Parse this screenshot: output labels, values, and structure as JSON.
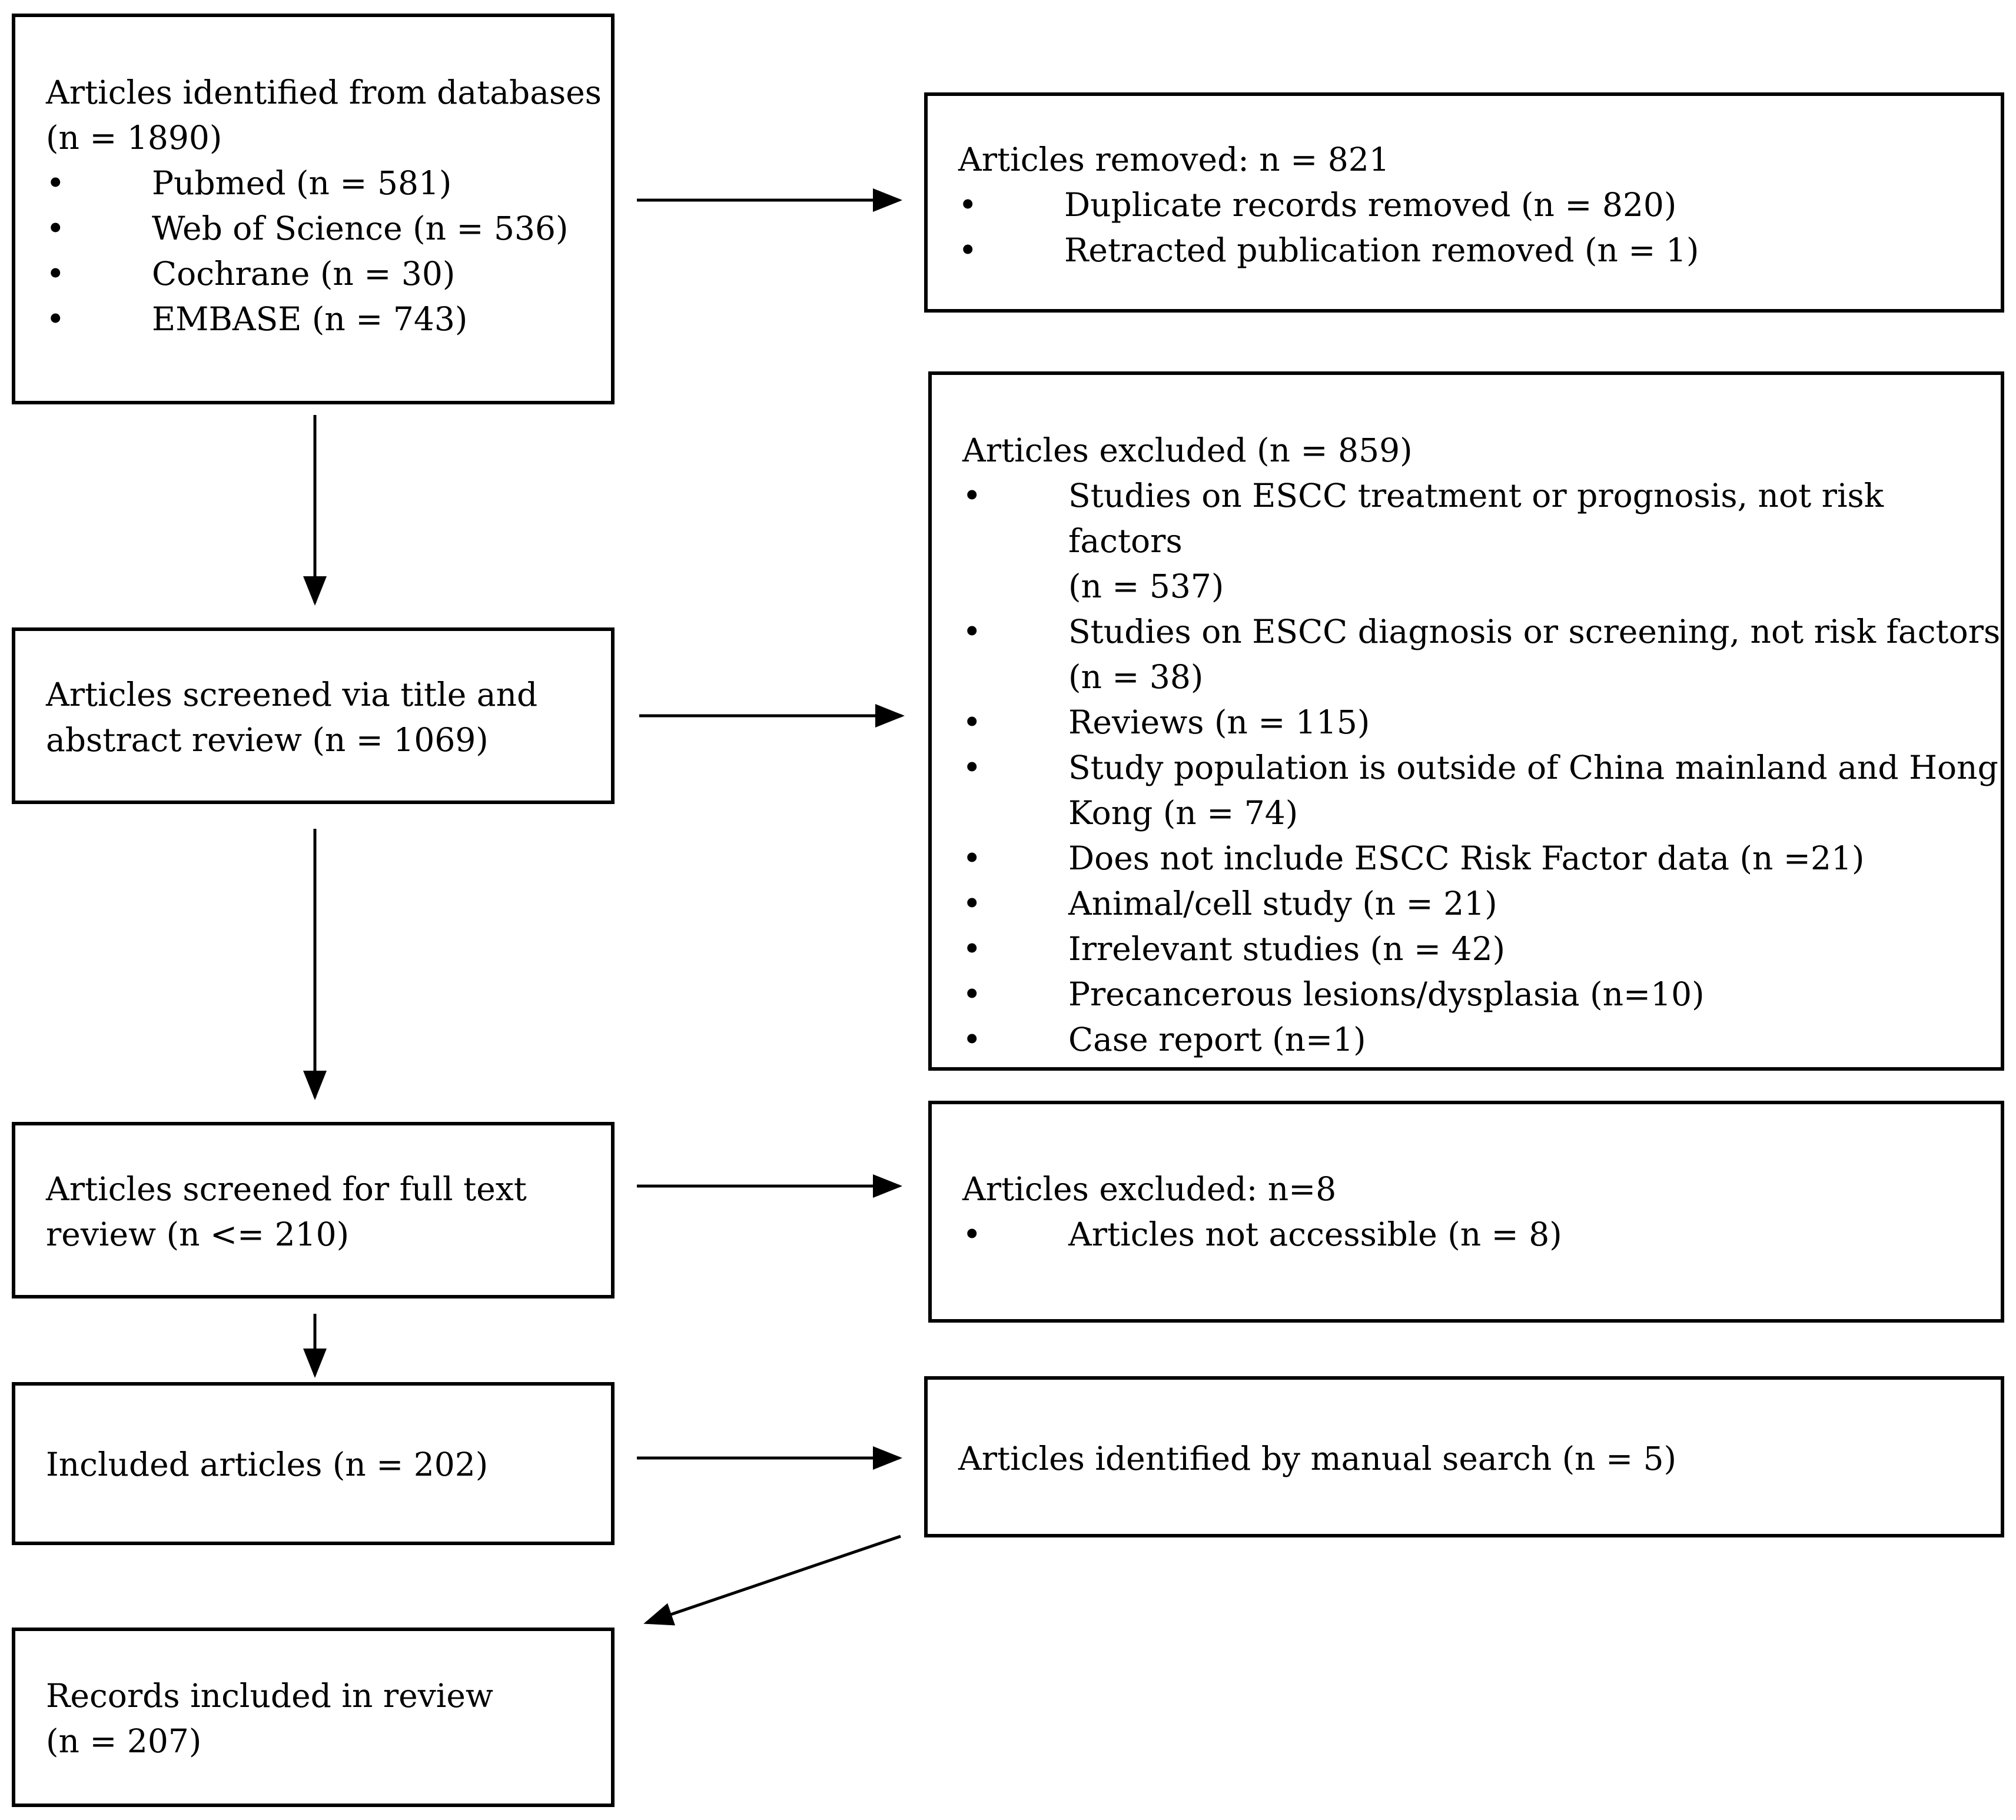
{
  "diagram": {
    "boxes": {
      "identified": {
        "heading": "Articles identified from databases",
        "subheading": "(n = 1890)",
        "items": [
          "Pubmed (n = 581)",
          "Web of Science (n = 536)",
          "Cochrane (n = 30)",
          "EMBASE (n = 743)"
        ]
      },
      "removed": {
        "heading": "Articles removed: n = 821",
        "items": [
          "Duplicate records removed (n = 820)",
          "Retracted publication removed (n = 1)"
        ]
      },
      "screened_title": {
        "lines": [
          "Articles screened via title and",
          "abstract review (n = 1069)"
        ]
      },
      "excluded_title": {
        "heading": "Articles excluded (n = 859)",
        "items": [
          [
            "Studies on ESCC treatment or prognosis, not risk factors",
            "(n = 537)"
          ],
          [
            "Studies on ESCC diagnosis or screening, not risk factors",
            "(n = 38)"
          ],
          [
            "Reviews (n = 115)"
          ],
          [
            "Study population is outside of China mainland and Hong",
            "Kong (n = 74)"
          ],
          [
            "Does not include ESCC Risk Factor data (n =21)"
          ],
          [
            "Animal/cell study (n = 21)"
          ],
          [
            "Irrelevant studies (n = 42)"
          ],
          [
            "Precancerous lesions/dysplasia (n=10)"
          ],
          [
            "Case report (n=1)"
          ]
        ]
      },
      "screened_full": {
        "lines": [
          "Articles screened for full text",
          "review (n <= 210)"
        ]
      },
      "excluded_full": {
        "heading": "Articles excluded: n=8",
        "items": [
          "Articles not accessible (n = 8)"
        ]
      },
      "included": {
        "lines": [
          "Included articles (n = 202)"
        ]
      },
      "manual": {
        "lines": [
          "Articles identified by manual search (n = 5)"
        ]
      },
      "review": {
        "lines": [
          "Records included in review",
          "(n = 207)"
        ]
      }
    },
    "bullet_glyph": "•"
  }
}
